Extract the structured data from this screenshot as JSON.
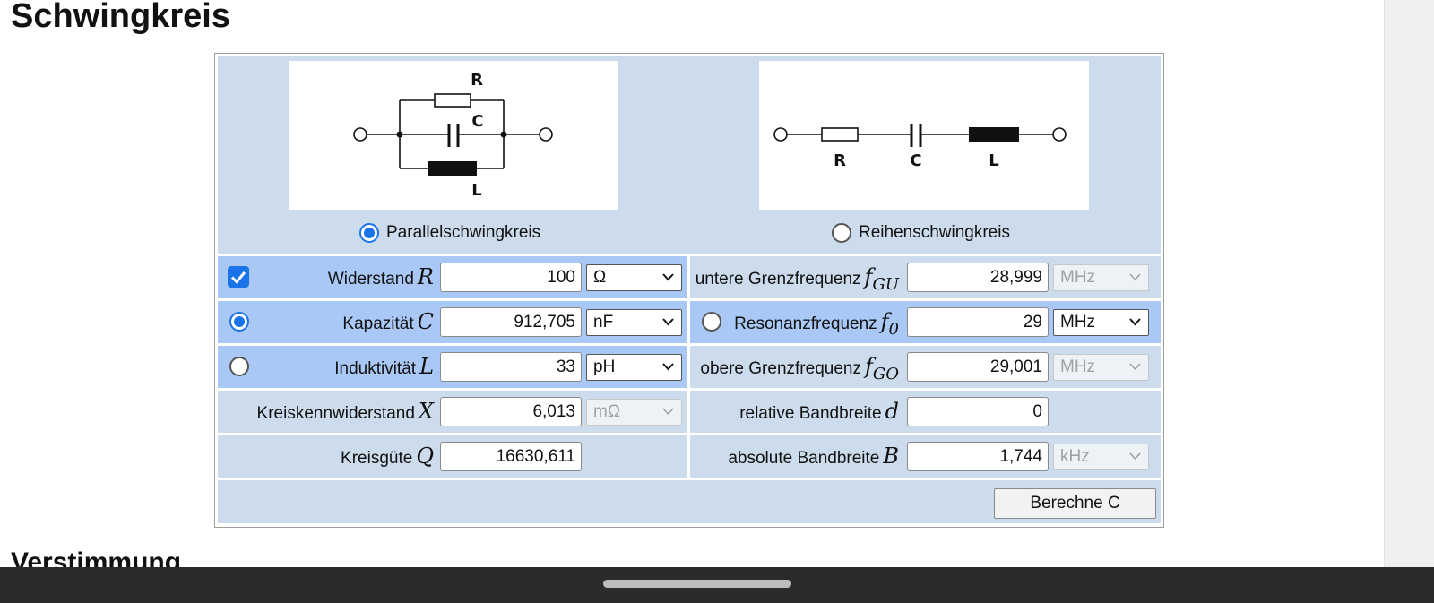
{
  "page": {
    "title": "Schwingkreis",
    "next_heading": "Verstimmung"
  },
  "circuit_types": {
    "parallel": {
      "label": "Parallelschwingkreis",
      "selected": true,
      "component_labels": {
        "r": "R",
        "c": "C",
        "l": "L"
      }
    },
    "series": {
      "label": "Reihenschwingkreis",
      "selected": false,
      "component_labels": {
        "r": "R",
        "c": "C",
        "l": "L"
      }
    }
  },
  "inputs": {
    "resistance": {
      "checked": true,
      "label": "Widerstand",
      "symbol": "R",
      "value": "100",
      "unit": "Ω"
    },
    "capacitance": {
      "selected": true,
      "label": "Kapazität",
      "symbol": "C",
      "value": "912,705",
      "unit": "nF"
    },
    "inductance": {
      "selected": false,
      "label": "Induktivität",
      "symbol": "L",
      "value": "33",
      "unit": "pH"
    },
    "characteristic_impedance": {
      "label": "Kreiskennwiderstand",
      "symbol": "X",
      "value": "6,013",
      "unit": "mΩ"
    },
    "quality_factor": {
      "label": "Kreisgüte",
      "symbol": "Q",
      "value": "16630,611"
    }
  },
  "outputs": {
    "lower_cutoff": {
      "label": "untere Grenzfrequenz",
      "symbol": "f",
      "subscript": "GU",
      "value": "28,999",
      "unit": "MHz"
    },
    "resonance": {
      "selected": false,
      "label": "Resonanzfrequenz",
      "symbol": "f",
      "subscript": "0",
      "value": "29",
      "unit": "MHz"
    },
    "upper_cutoff": {
      "label": "obere Grenzfrequenz",
      "symbol": "f",
      "subscript": "GO",
      "value": "29,001",
      "unit": "MHz"
    },
    "relative_bandwidth": {
      "label": "relative Bandbreite",
      "symbol": "d",
      "value": "0"
    },
    "absolute_bandwidth": {
      "label": "absolute Bandbreite",
      "symbol": "B",
      "value": "1,744",
      "unit": "kHz"
    }
  },
  "actions": {
    "calculate_label": "Berechne C"
  },
  "colors": {
    "row_active": "#a9c8f5",
    "row_inactive": "#ccdcec",
    "accent": "#1a73e8"
  }
}
